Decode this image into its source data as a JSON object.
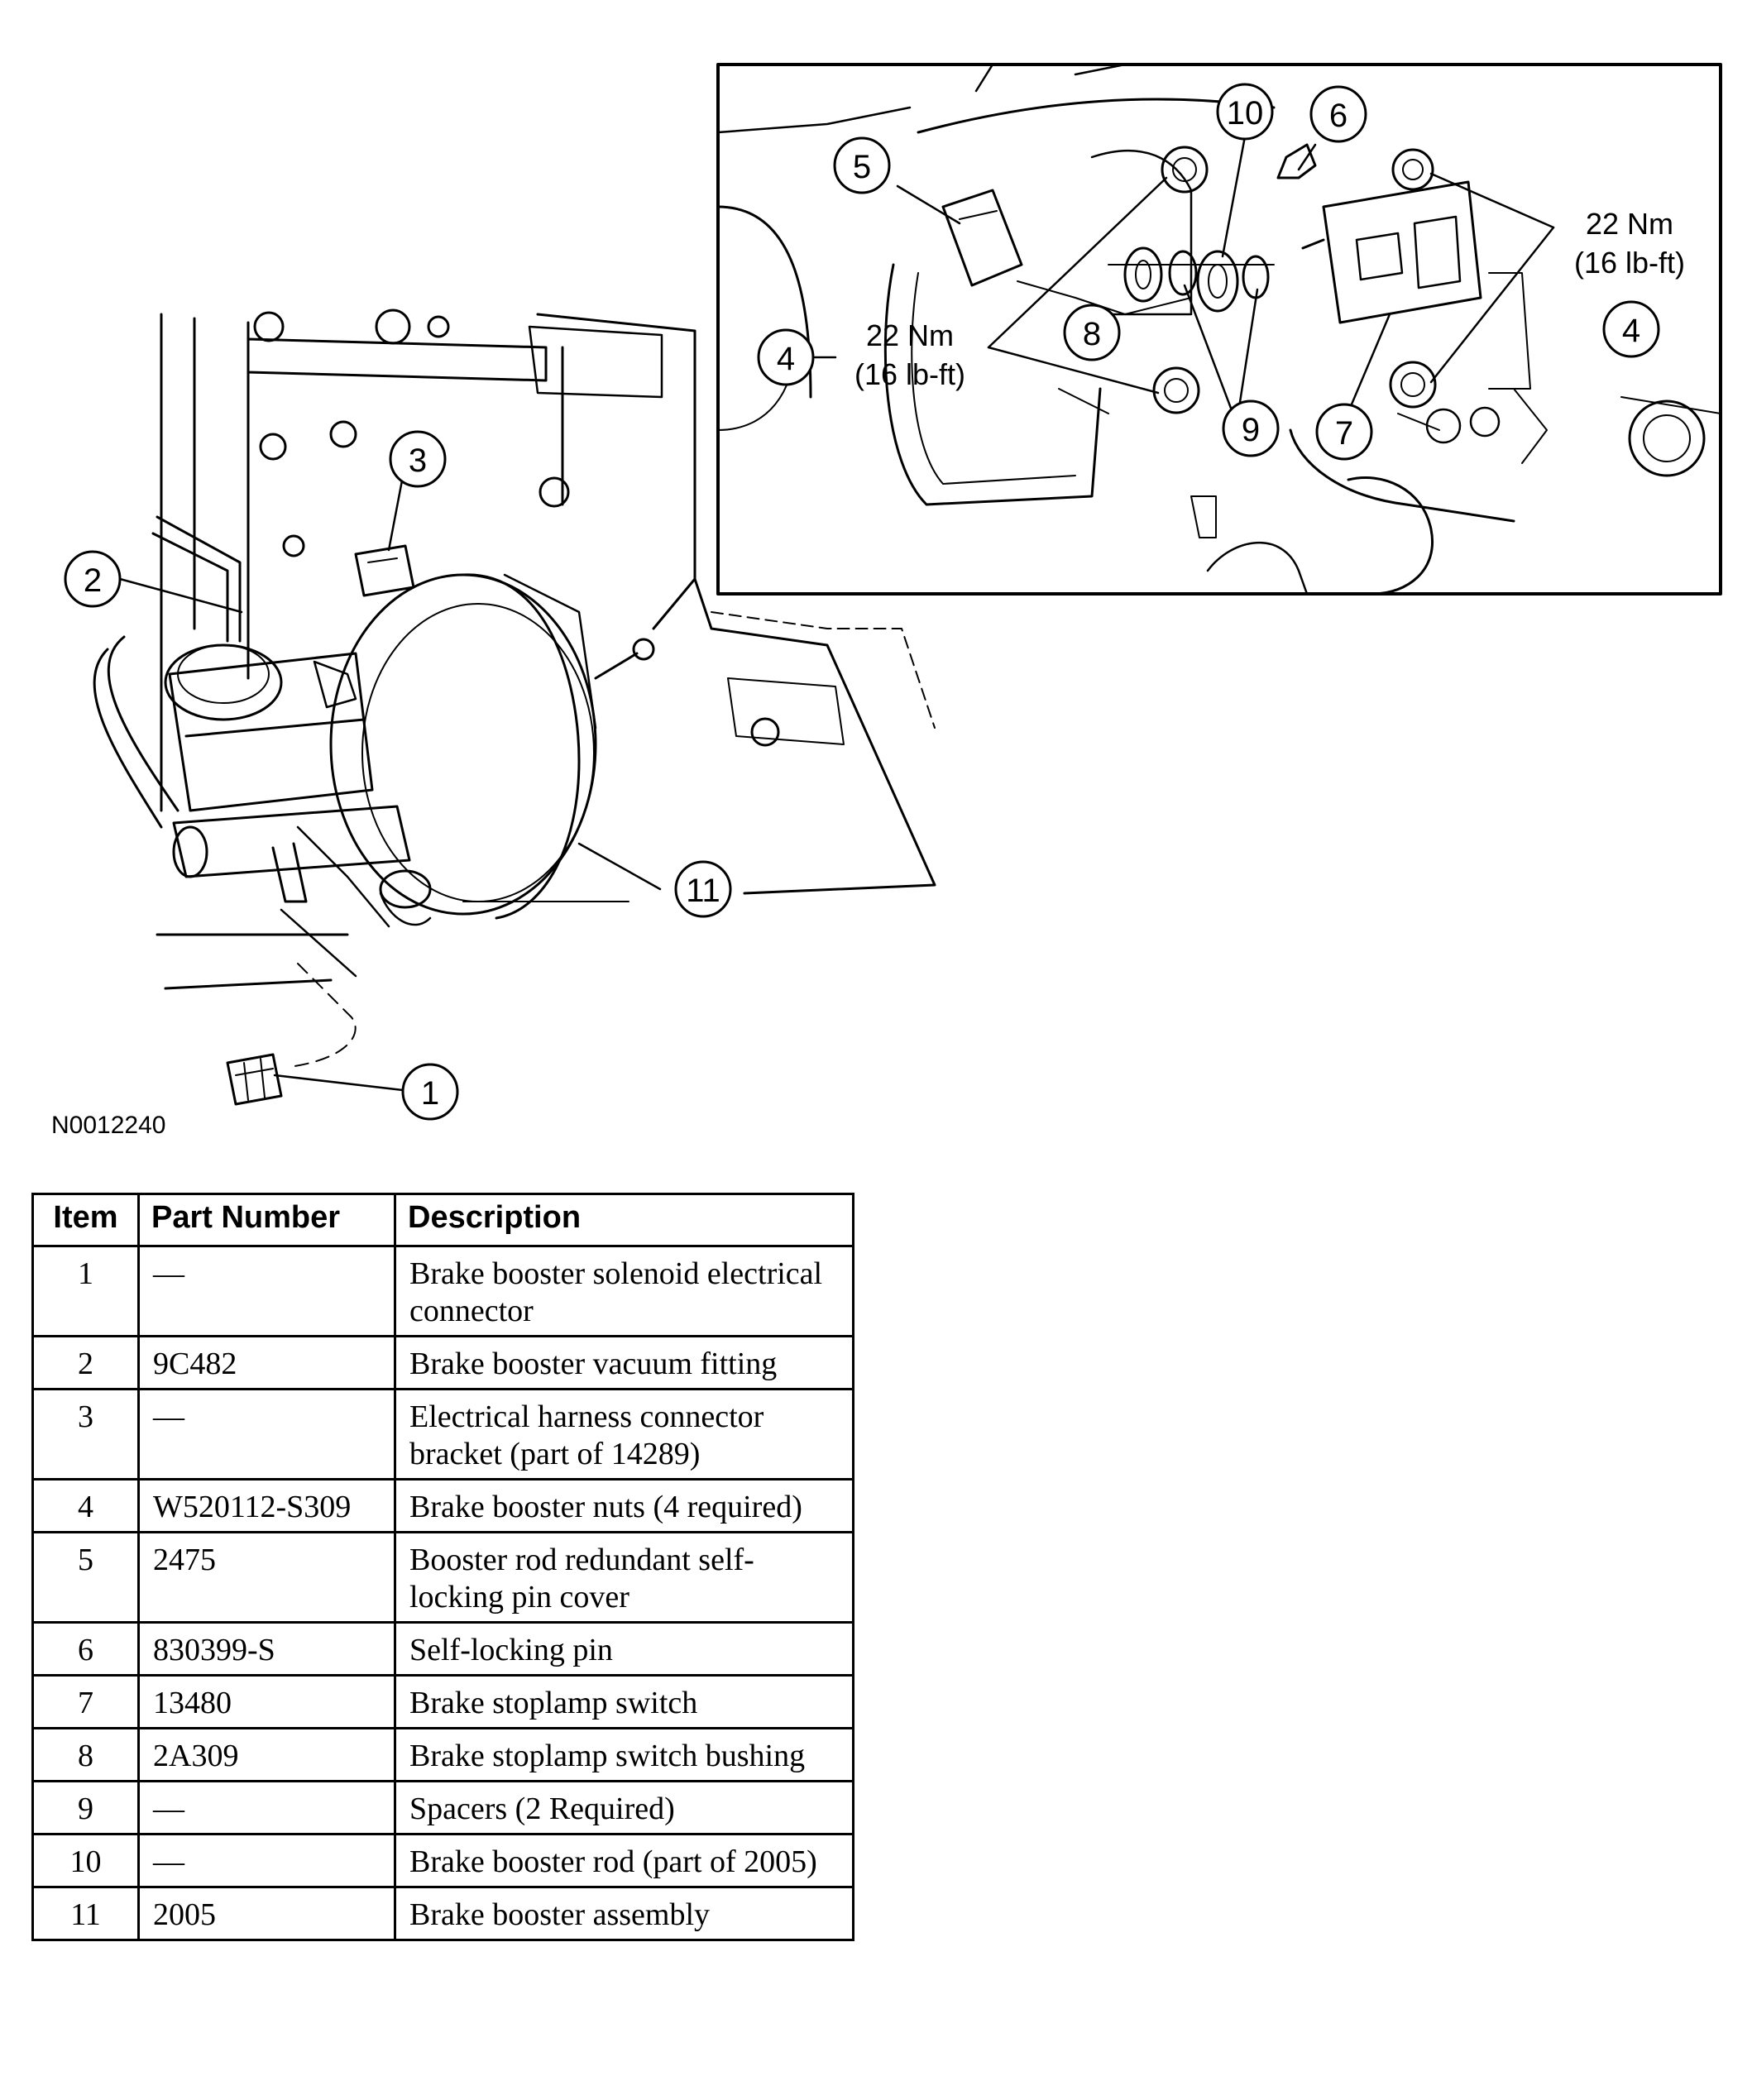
{
  "figure": {
    "id": "N0012240",
    "callouts": [
      "1",
      "2",
      "3",
      "4",
      "5",
      "6",
      "7",
      "8",
      "9",
      "10",
      "11"
    ],
    "torque_specs": [
      {
        "value": "22 Nm",
        "imperial": "(16 lb-ft)"
      },
      {
        "value": "22 Nm",
        "imperial": "(16 lb-ft)"
      }
    ]
  },
  "table": {
    "headers": {
      "item": "Item",
      "part_number": "Part Number",
      "description": "Description"
    },
    "rows": [
      {
        "item": "1",
        "part_number": "—",
        "description": "Brake booster solenoid electrical connector"
      },
      {
        "item": "2",
        "part_number": "9C482",
        "description": "Brake booster vacuum fitting"
      },
      {
        "item": "3",
        "part_number": "—",
        "description": "Electrical harness connector bracket (part of 14289)"
      },
      {
        "item": "4",
        "part_number": "W520112-S309",
        "description": "Brake booster nuts (4 required)"
      },
      {
        "item": "5",
        "part_number": "2475",
        "description": "Booster rod redundant self-locking pin cover"
      },
      {
        "item": "6",
        "part_number": "830399-S",
        "description": "Self-locking pin"
      },
      {
        "item": "7",
        "part_number": "13480",
        "description": "Brake stoplamp switch"
      },
      {
        "item": "8",
        "part_number": "2A309",
        "description": "Brake stoplamp switch bushing"
      },
      {
        "item": "9",
        "part_number": "—",
        "description": "Spacers (2 Required)"
      },
      {
        "item": "10",
        "part_number": "—",
        "description": "Brake booster rod (part of 2005)"
      },
      {
        "item": "11",
        "part_number": "2005",
        "description": "Brake booster assembly"
      }
    ]
  }
}
